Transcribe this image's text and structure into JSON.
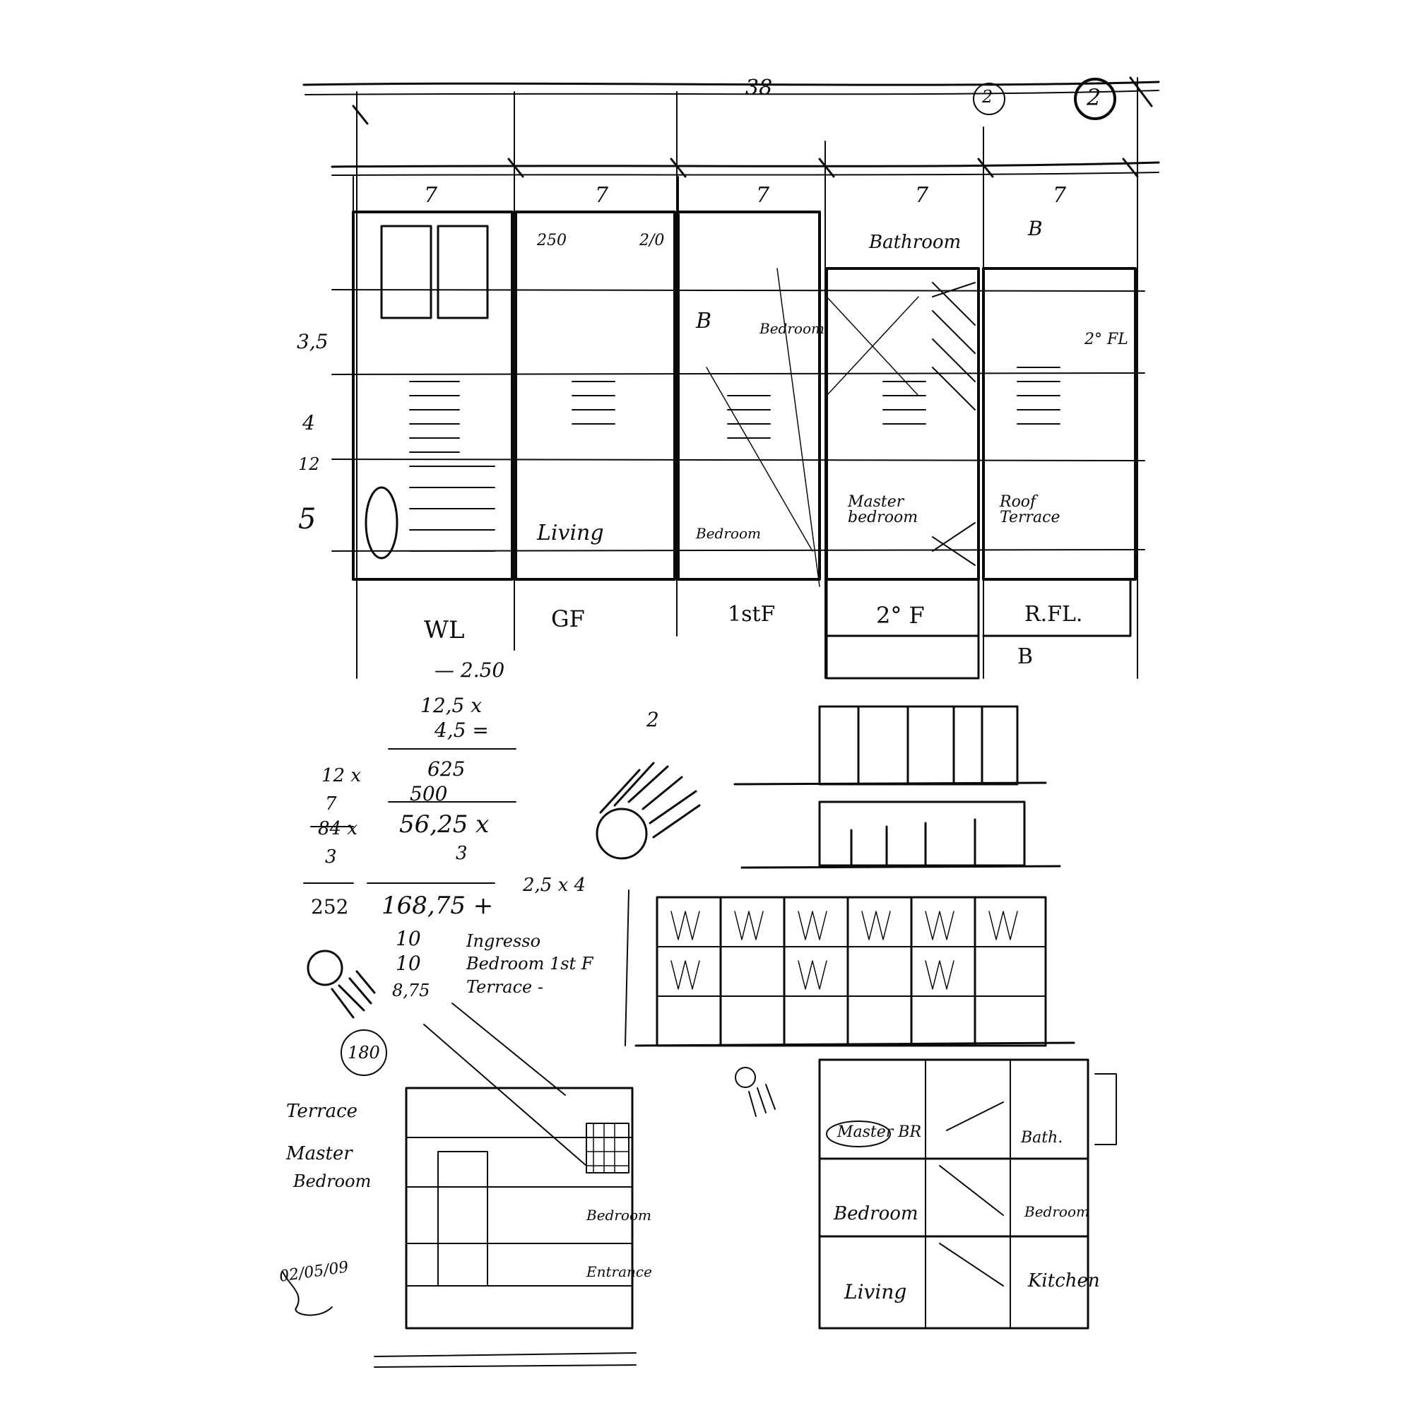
{
  "sketch": {
    "top_dimension": "38",
    "module_dims": [
      "7",
      "7",
      "7",
      "7",
      "7"
    ],
    "grid_markers": [
      "2",
      "2"
    ],
    "sub_dims": [
      "250",
      "2/0"
    ],
    "side_dims": [
      "3,5",
      "4",
      "12",
      "5"
    ],
    "plan_labels": {
      "bathroom": "Bathroom",
      "b_top": "B",
      "b_cell": "B",
      "bedroom_1": "Bedroom",
      "bedroom_2": "Bedroom",
      "second_fl": "2° FL",
      "master_bedroom": "Master bedroom",
      "roof_terrace": "Roof Terrace",
      "living": "Living"
    },
    "floor_labels": [
      "WL",
      "GF",
      "1stF",
      "2° F",
      "R.FL.",
      "B"
    ],
    "calculations": [
      "— 2.50",
      "12,5 x",
      "4,5 =",
      "12 x",
      "625",
      "7",
      "500",
      "84 x",
      "56,25 x",
      "3",
      "3",
      "252",
      "168,75 +",
      "2,5 x 4",
      "10",
      "Ingresso",
      "10",
      "Bedroom 1st F",
      "8,75",
      "Terrace -"
    ],
    "sun_labels": [
      "2",
      "180"
    ],
    "left_section_labels": [
      "Terrace",
      "Master",
      "Bedroom",
      "Bedroom",
      "Entrance"
    ],
    "right_section_labels": [
      "Master BR",
      "Bedroom",
      "Living",
      "Bath.",
      "Bedroom",
      "Kitchen"
    ],
    "date": "02/05/09"
  }
}
